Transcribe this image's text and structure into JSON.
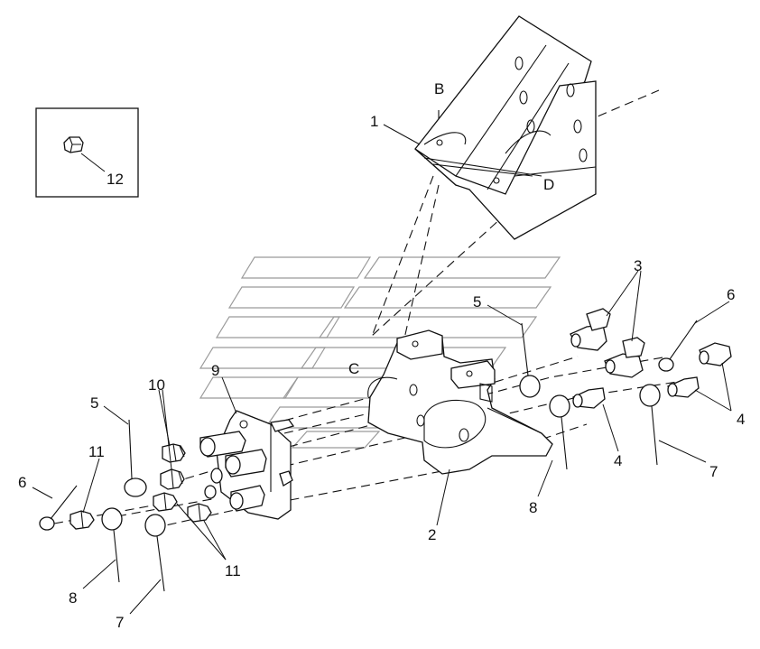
{
  "labels": {
    "l1": "1",
    "l2": "2",
    "l3": "3",
    "l4a": "4",
    "l4b": "4",
    "l5a": "5",
    "l5b": "5",
    "l6a": "6",
    "l6b": "6",
    "l7a": "7",
    "l7b": "7",
    "l8a": "8",
    "l8b": "8",
    "l9": "9",
    "l10": "10",
    "l11a": "11",
    "l11b": "11",
    "l12": "12",
    "B": "B",
    "C": "C",
    "D": "D"
  }
}
